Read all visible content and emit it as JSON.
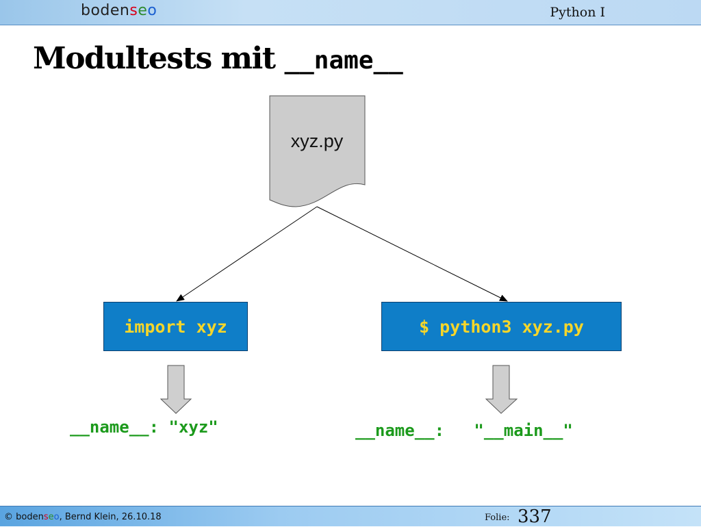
{
  "header": {
    "logo": {
      "part1": "boden",
      "part2": "s",
      "part3": "e",
      "part4": "o"
    },
    "course": "Python I"
  },
  "title": {
    "text": "Modultests mit ",
    "code": "__name__"
  },
  "diagram": {
    "file_label": "xyz.py",
    "left_box": "import xyz",
    "right_box": "$ python3 xyz.py",
    "left_result": "__name__: \"xyz\"",
    "right_result": "__name__:   \"__main__\"",
    "colors": {
      "box_fill": "#0f7ec8",
      "box_text": "#f6d62a",
      "result_text": "#1c9a1c",
      "document_fill": "#cccccc",
      "arrow_fill": "#cfcfcf"
    }
  },
  "footer": {
    "copyright": "©",
    "logo": {
      "part1": "boden",
      "part2": "s",
      "part3": "e",
      "part4": "o"
    },
    "author_date": ", Bernd Klein, 26.10.18",
    "slide_label": "Folie:",
    "slide_number": "337"
  }
}
